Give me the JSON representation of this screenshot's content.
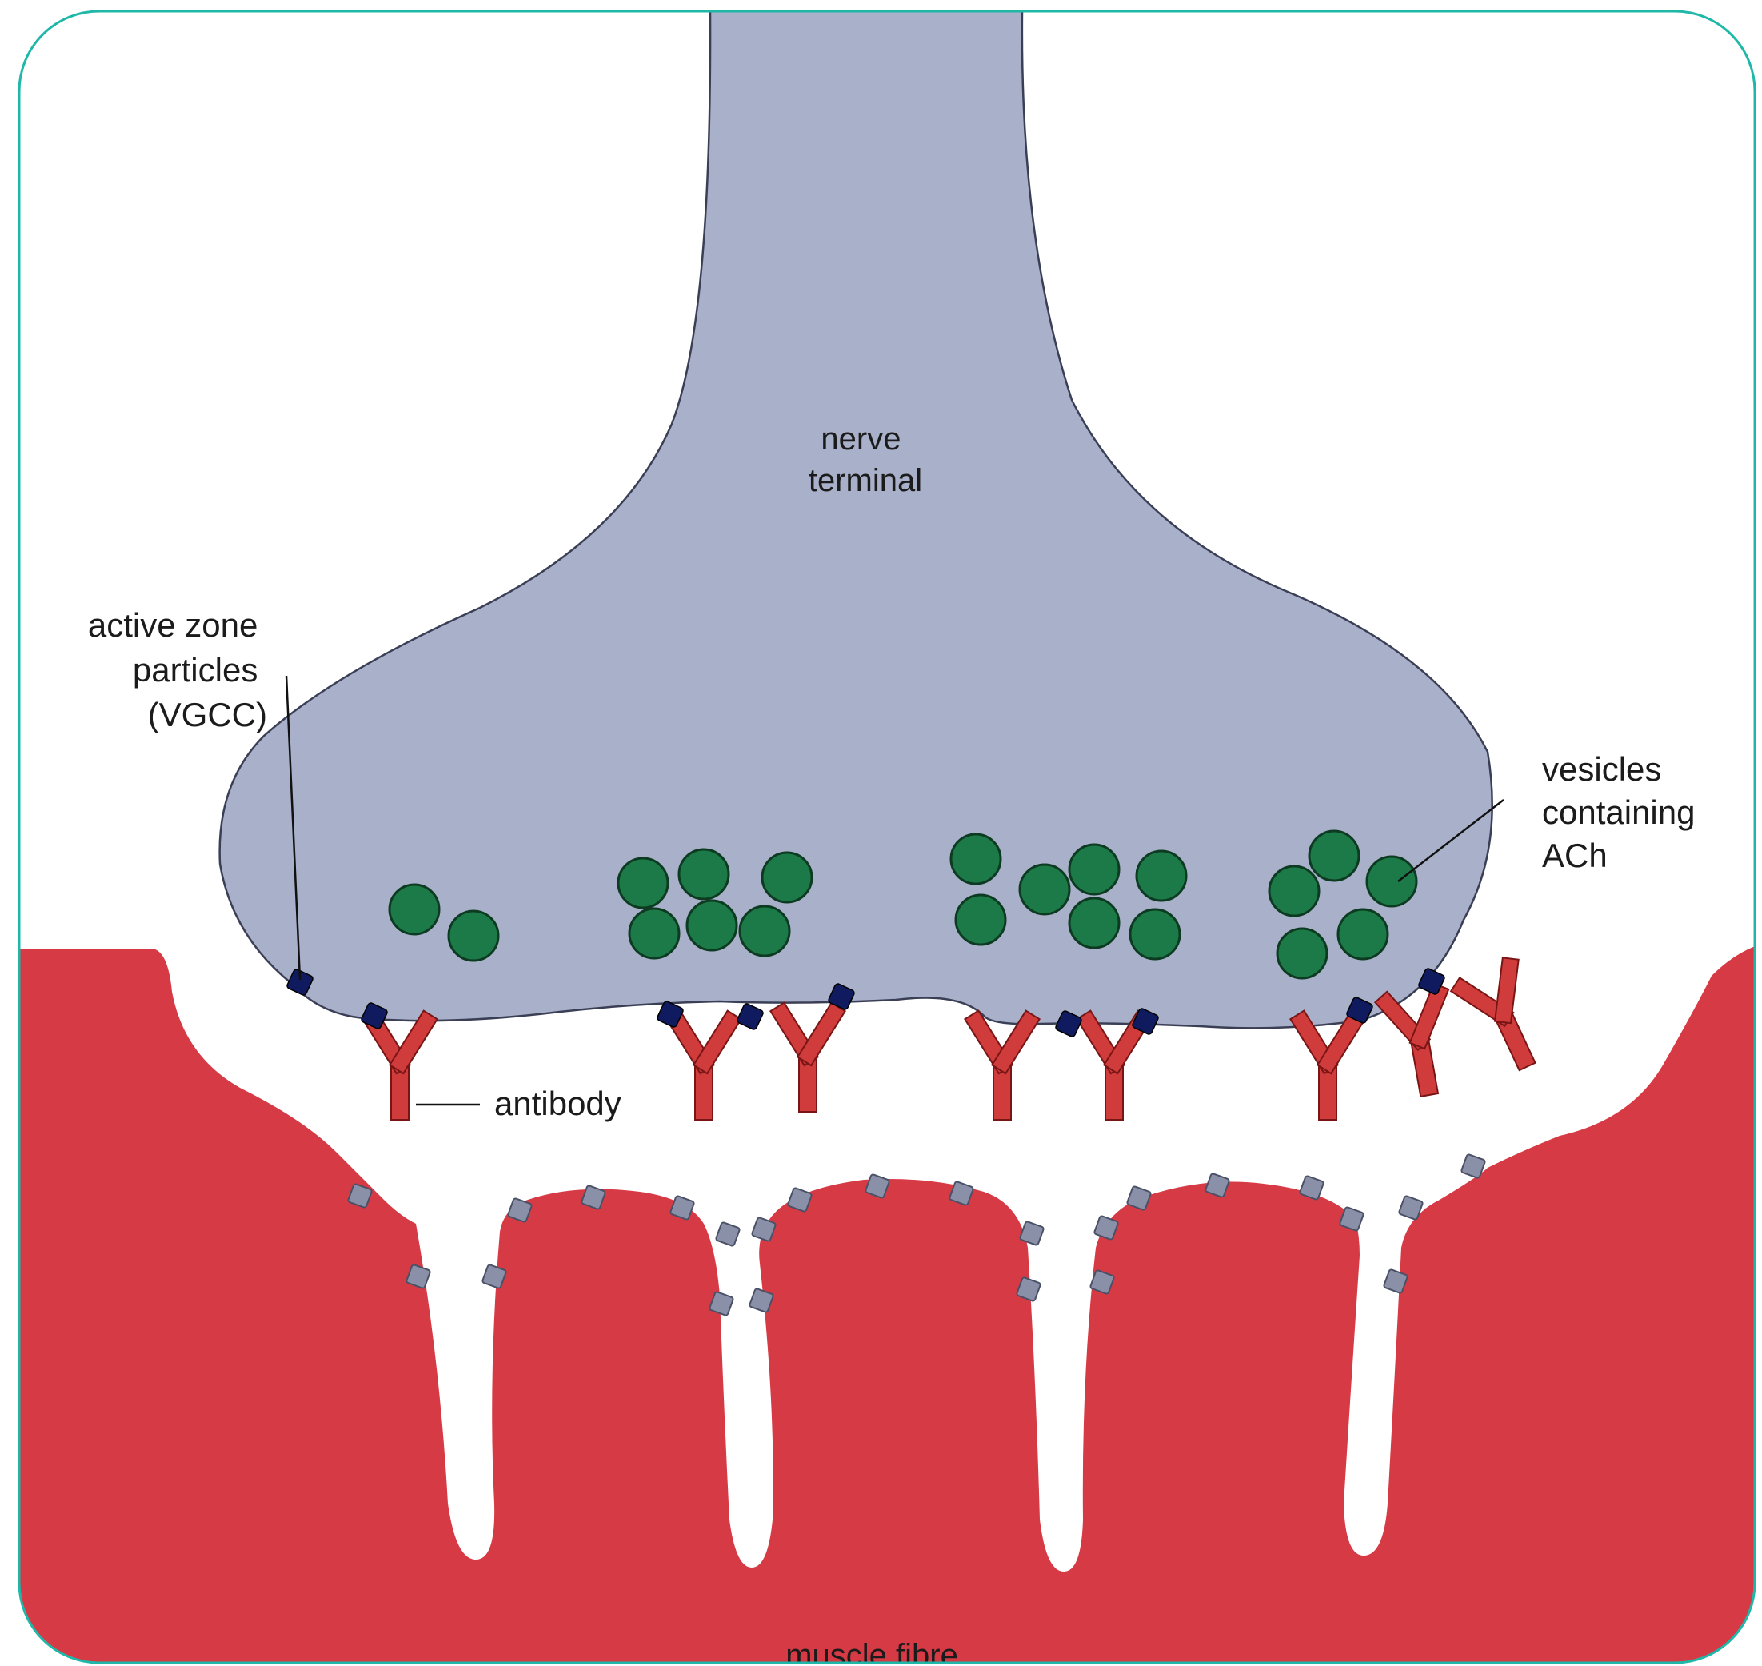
{
  "labels": {
    "nerve_terminal": [
      "nerve",
      "terminal"
    ],
    "active_zone": [
      "active zone",
      "particles",
      "(VGCC)"
    ],
    "vesicles": [
      "vesicles",
      "containing",
      "ACh"
    ],
    "antibody": "antibody",
    "muscle_fibre": "muscle fibre"
  },
  "colors": {
    "frame": "#1fb8a8",
    "nerve": "#a9b0c9",
    "muscle": "#d63a45",
    "vesicle": "#1c7a48",
    "vgcc": "#101a5e",
    "receptor": "#8a90a8",
    "antibody": "#d03b3b"
  },
  "icons": {
    "vesicle": "green-circle",
    "vgcc": "dark-blue-square",
    "achr": "grey-square",
    "antibody": "y-shaped-antibody"
  }
}
